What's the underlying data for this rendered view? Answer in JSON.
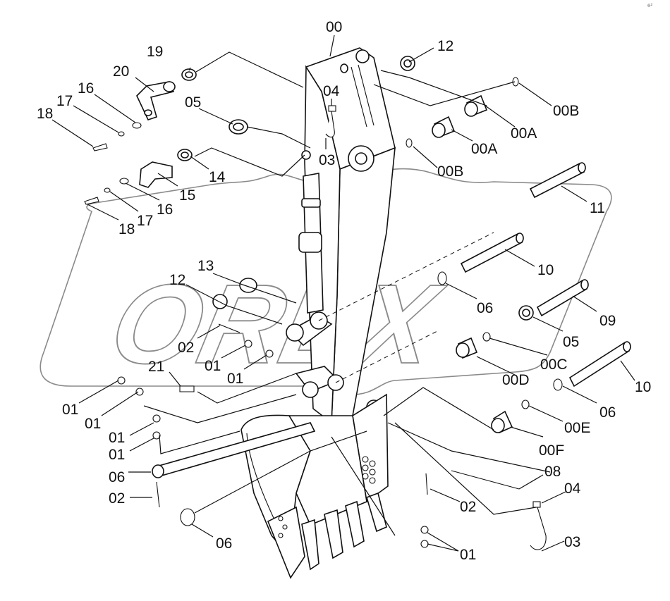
{
  "watermark": "OREX",
  "corner_mark": "e²",
  "callouts": [
    {
      "id": "c-00",
      "text": "00"
    },
    {
      "id": "c-12a",
      "text": "12"
    },
    {
      "id": "c-19",
      "text": "19"
    },
    {
      "id": "c-20",
      "text": "20"
    },
    {
      "id": "c-04a",
      "text": "04"
    },
    {
      "id": "c-16a",
      "text": "16"
    },
    {
      "id": "c-05a",
      "text": "05"
    },
    {
      "id": "c-17a",
      "text": "17"
    },
    {
      "id": "c-18a",
      "text": "18"
    },
    {
      "id": "c-00B1",
      "text": "00B"
    },
    {
      "id": "c-00A1",
      "text": "00A"
    },
    {
      "id": "c-00A2",
      "text": "00A"
    },
    {
      "id": "c-03a",
      "text": "03"
    },
    {
      "id": "c-00B2",
      "text": "00B"
    },
    {
      "id": "c-14",
      "text": "14"
    },
    {
      "id": "c-15",
      "text": "15"
    },
    {
      "id": "c-16b",
      "text": "16"
    },
    {
      "id": "c-17b",
      "text": "17"
    },
    {
      "id": "c-18b",
      "text": "18"
    },
    {
      "id": "c-11",
      "text": "11"
    },
    {
      "id": "c-10a",
      "text": "10"
    },
    {
      "id": "c-13",
      "text": "13"
    },
    {
      "id": "c-12b",
      "text": "12"
    },
    {
      "id": "c-06a",
      "text": "06"
    },
    {
      "id": "c-09",
      "text": "09"
    },
    {
      "id": "c-05b",
      "text": "05"
    },
    {
      "id": "c-00C",
      "text": "00C"
    },
    {
      "id": "c-02a",
      "text": "02"
    },
    {
      "id": "c-01a",
      "text": "01"
    },
    {
      "id": "c-01b",
      "text": "01"
    },
    {
      "id": "c-00D",
      "text": "00D"
    },
    {
      "id": "c-21",
      "text": "21"
    },
    {
      "id": "c-10b",
      "text": "10"
    },
    {
      "id": "c-06b",
      "text": "06"
    },
    {
      "id": "c-01c",
      "text": "01"
    },
    {
      "id": "c-01d",
      "text": "01"
    },
    {
      "id": "c-00E",
      "text": "00E"
    },
    {
      "id": "c-01e",
      "text": "01"
    },
    {
      "id": "c-00F",
      "text": "00F"
    },
    {
      "id": "c-01f",
      "text": "01"
    },
    {
      "id": "c-06c",
      "text": "06"
    },
    {
      "id": "c-08",
      "text": "08"
    },
    {
      "id": "c-02b",
      "text": "02"
    },
    {
      "id": "c-04b",
      "text": "04"
    },
    {
      "id": "c-02c",
      "text": "02"
    },
    {
      "id": "c-06d",
      "text": "06"
    },
    {
      "id": "c-03b",
      "text": "03"
    },
    {
      "id": "c-01g",
      "text": "01"
    }
  ]
}
